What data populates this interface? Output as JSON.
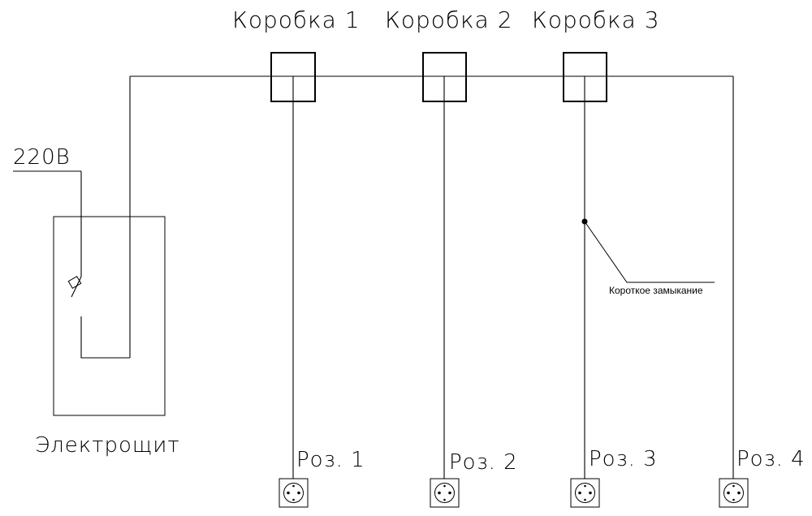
{
  "boxes": [
    {
      "label": "Коробка 1"
    },
    {
      "label": "Коробка 2"
    },
    {
      "label": "Коробка 3"
    }
  ],
  "sockets": [
    {
      "label": "Роз. 1"
    },
    {
      "label": "Роз. 2"
    },
    {
      "label": "Роз. 3"
    },
    {
      "label": "Роз. 4"
    }
  ],
  "supply_label": "220В",
  "panel_label": "Электрощит",
  "fault_label": "Короткое замыкание"
}
